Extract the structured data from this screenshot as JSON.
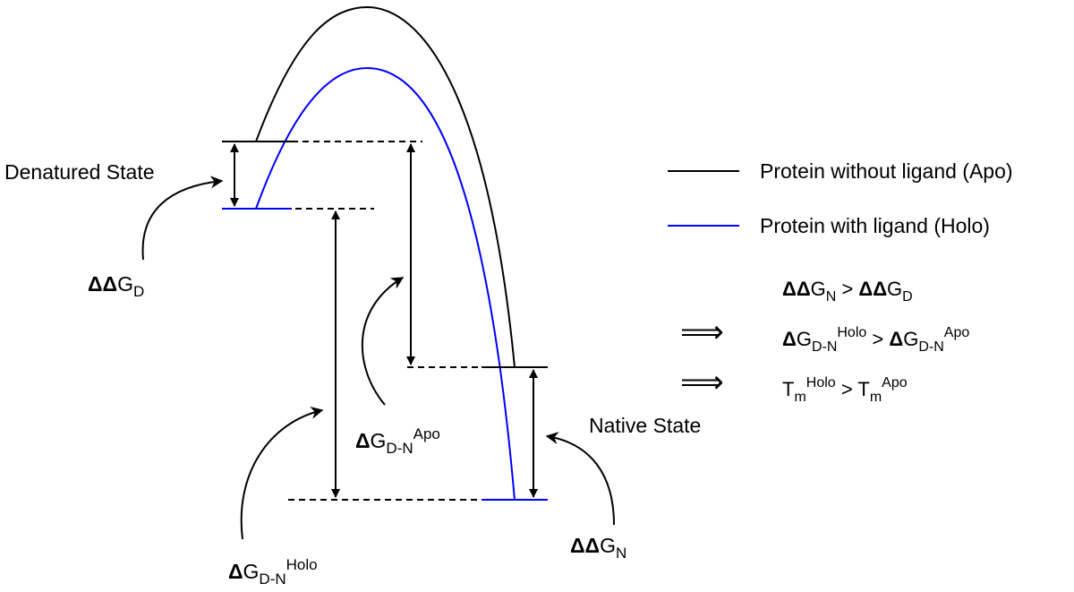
{
  "colors": {
    "apo": "#000000",
    "holo": "#0000ff"
  },
  "labels": {
    "denatured_state": "Denatured State",
    "native_state": "Native State",
    "ddg_d": {
      "sym": "ΔΔ",
      "base": "G",
      "sub": "D"
    },
    "ddg_n": {
      "sym": "ΔΔ",
      "base": "G",
      "sub": "N"
    },
    "dg_dn_apo": {
      "sym": "Δ",
      "base": "G",
      "sub": "D-N",
      "sup": "Apo"
    },
    "dg_dn_holo": {
      "sym": "Δ",
      "base": "G",
      "sub": "D-N",
      "sup": "Holo"
    }
  },
  "legend": {
    "apo": "Protein without ligand (Apo)",
    "holo": "Protein with ligand (Holo)"
  },
  "relations": {
    "line1": {
      "l_sym": "ΔΔ",
      "l_base": "G",
      "l_sub": "N",
      "op": ">",
      "r_sym": "ΔΔ",
      "r_base": "G",
      "r_sub": "D"
    },
    "line2": {
      "implies": "⟹",
      "l_sym": "Δ",
      "l_base": "G",
      "l_sub": "D-N",
      "l_sup": "Holo",
      "op": ">",
      "r_sym": "Δ",
      "r_base": "G",
      "r_sub": "D-N",
      "r_sup": "Apo"
    },
    "line3": {
      "implies": "⟹",
      "l_base": "T",
      "l_sub": "m",
      "l_sup": "Holo",
      "op": ">",
      "r_base": "T",
      "r_sub": "m",
      "r_sup": "Apo"
    }
  }
}
